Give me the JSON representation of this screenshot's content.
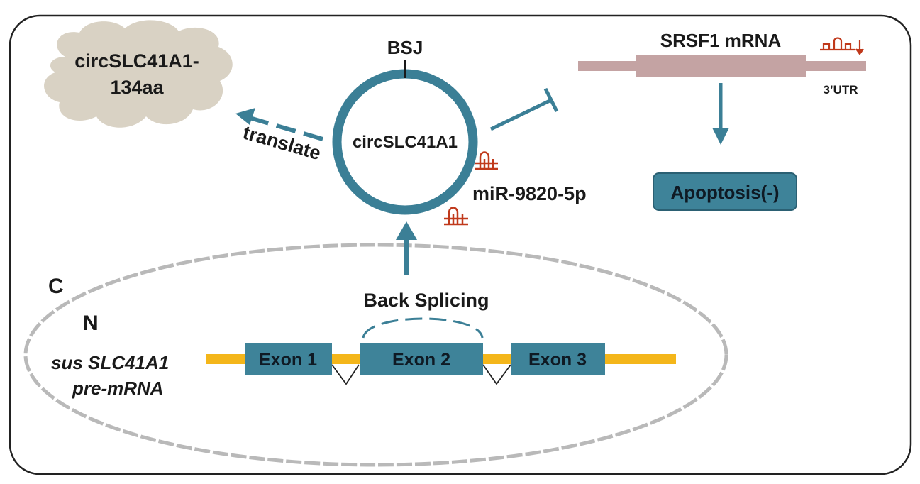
{
  "compartments": {
    "cytoplasm_label": "C",
    "nucleus_label": "N"
  },
  "circ_rna": {
    "name": "circSLC41A1",
    "junction_label": "BSJ"
  },
  "peptide": {
    "name_line1": "circSLC41A1-",
    "name_line2": "134aa"
  },
  "translate_label": "translate",
  "mirna_label": "miR-9820-5p",
  "target_mrna": {
    "name": "SRSF1 mRNA",
    "utr_label": "3’UTR"
  },
  "outcome": "Apoptosis(-)",
  "back_splicing_label": "Back Splicing",
  "pre_mrna": {
    "label_line1": "sus SLC41A1",
    "label_line2": "pre-mRNA",
    "exons": [
      "Exon 1",
      "Exon 2",
      "Exon 3"
    ]
  },
  "colors": {
    "teal": "#3b7f96",
    "teal_fill": "#3e8399",
    "gene_yellow": "#f4b61a",
    "mrna_mauve": "#c4a3a3",
    "mirna_red": "#c0391b",
    "cloud": "#d9d2c4",
    "nucleus_border": "#b9b9b9"
  }
}
